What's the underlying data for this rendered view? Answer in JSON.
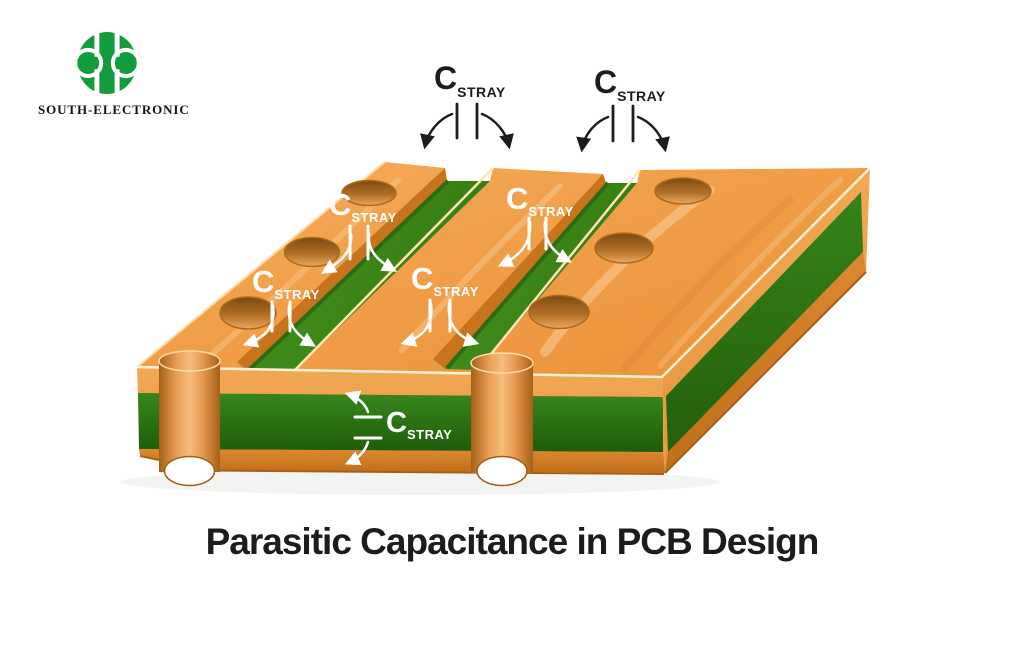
{
  "logo": {
    "brand_name": "SOUTH-ELECTRONIC",
    "icon": "hh-globe-icon",
    "brand_green": "#129c3e",
    "text_color": "#151515"
  },
  "title": {
    "text": "Parasitic Capacitance in PCB Design",
    "color": "#1c1c1e"
  },
  "illustration": {
    "subject": "isometric PCB with copper traces and stray capacitance arrows",
    "cap_label": {
      "main": "C",
      "sub": "STRAY"
    },
    "cap_label_count": 7,
    "colors": {
      "copper_top": "#f2a14e",
      "copper_bevel": "#c8741c",
      "copper_front": "#eda04a",
      "copper_bottom": "#d8832b",
      "substrate_groove": "#418f1d",
      "substrate_side": "#2f7d16",
      "label_light": "#ffffff",
      "label_dark": "#1c1c1c"
    }
  }
}
